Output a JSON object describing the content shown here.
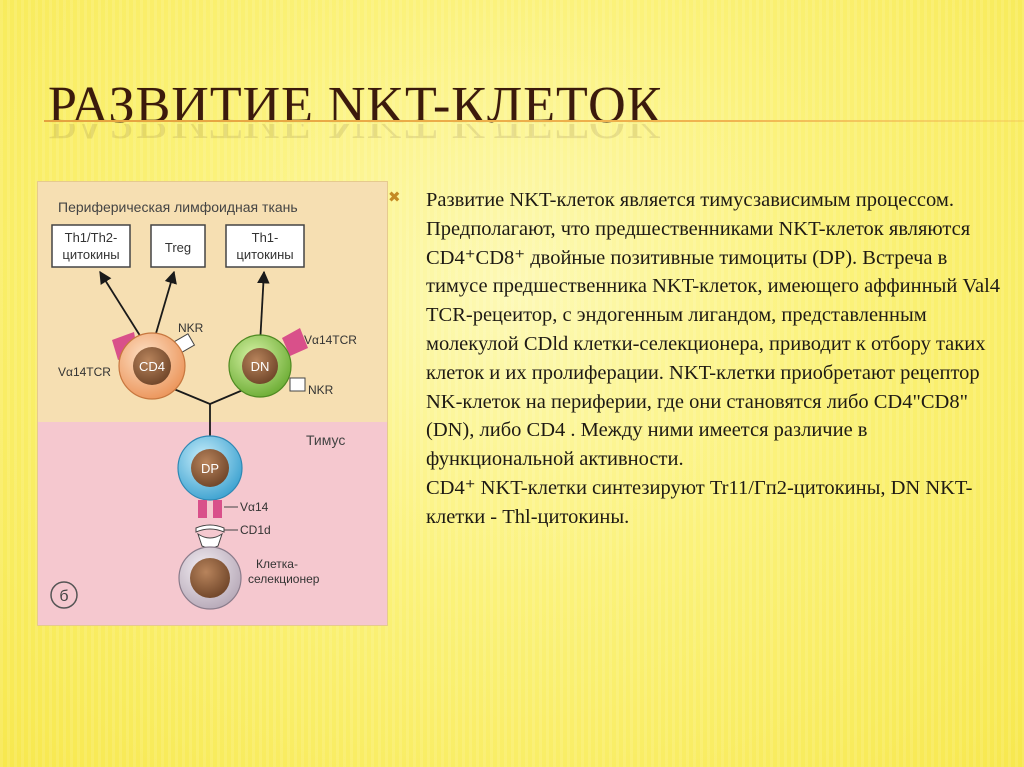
{
  "slide": {
    "title": "РАЗВИТИЕ NKT-КЛЕТОК",
    "bullet_icon": "x-mark-icon",
    "paragraphs": [
      "Развитие NKT-клеток является тимусзависимым процессом. Предполагают, что предшественниками NKT-клеток являются CD4⁺CD8⁺ двойные позитивные тимоциты (DP). Встреча в тимусе предшественника NKT-клеток, имеющего аффинный Val4 TCR-рецеитор, с эндогенным лигандом, представленным молекулой CDld клетки-селекционера, приводит к отбору таких клеток и их пролиферации. NKT-клетки приобретают рецептор NK-клеток на периферии, где они становятся либо CD4\"CD8\" (DN), либо CD4 . Между ними имеется различие в функциональной активности.",
      "CD4⁺ NKT-клетки синтезируют Tr11/Гп2-цитокины, DN NKT-клетки - Thl-цитокины."
    ]
  },
  "diagram": {
    "peripheral_label": "Периферическая лимфоидная ткань",
    "thymus_label": "Тимус",
    "box_th1th2_line1": "Th1/Th2-",
    "box_th1th2_line2": "цитокины",
    "box_treg": "Treg",
    "box_th1_line1": "Th1-",
    "box_th1_line2": "цитокины",
    "nkr_left": "NKR",
    "nkr_right": "NKR",
    "va14tcr_left": "Vα14TCR",
    "va14tcr_right": "Vα14TCR",
    "cell_cd4": "CD4",
    "cell_dn": "DN",
    "cell_dp": "DP",
    "va14": "Vα14",
    "cd1d": "CD1d",
    "selector_line1": "Клетка-",
    "selector_line2": "селекционер",
    "panel_letter": "б",
    "colors": {
      "peripheral_bg": "#f6dfb2",
      "thymus_bg": "#f5c8cf",
      "cd4_cell": "#f0a874",
      "dn_cell": "#86c34a",
      "dp_cell": "#5ab6d8",
      "nucleus": "#8a5a3c",
      "receptor": "#d9508a"
    }
  }
}
